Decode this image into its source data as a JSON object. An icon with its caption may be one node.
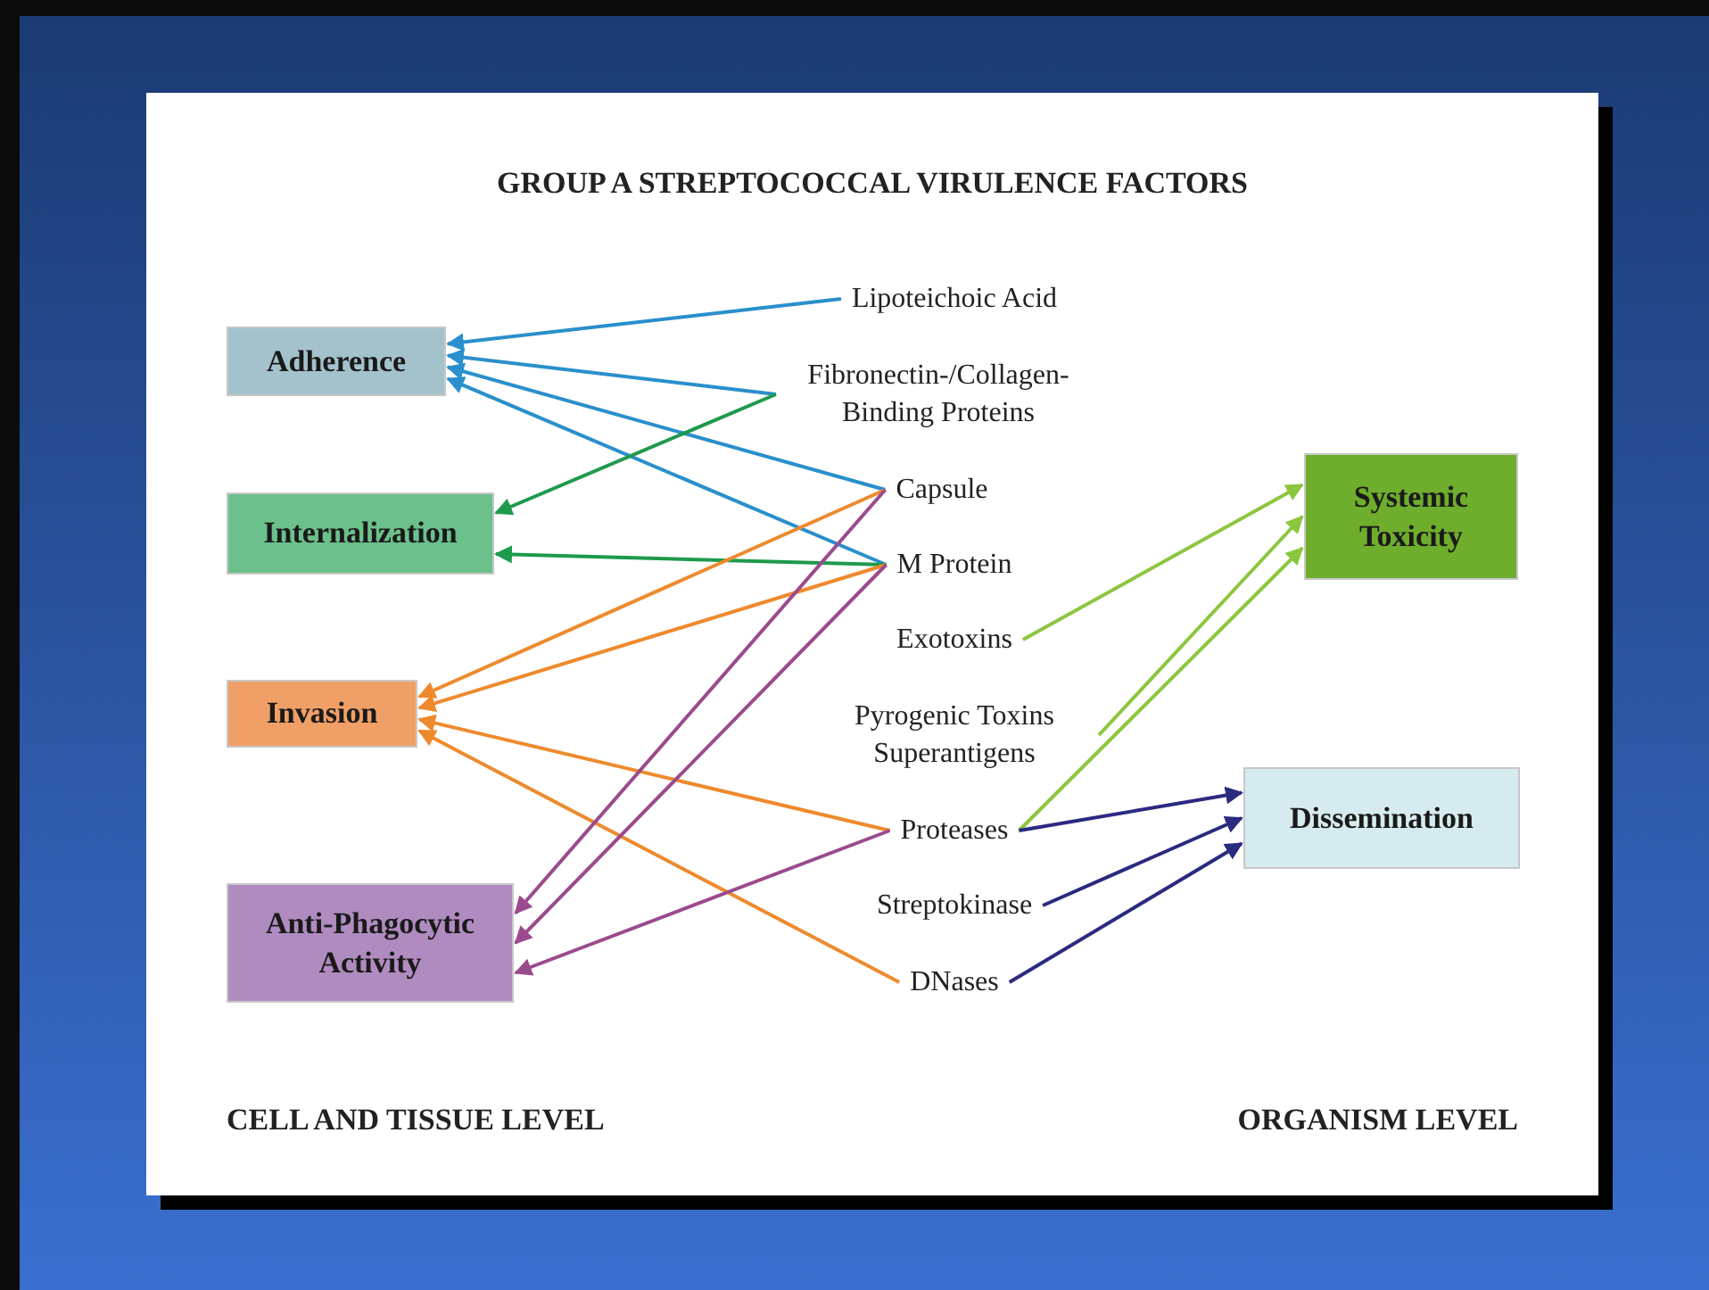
{
  "diagram": {
    "title": "GROUP A STREPTOCOCCAL VIRULENCE FACTORS",
    "nodes": [
      {
        "text": [
          "Adherence"
        ]
      },
      {
        "text": [
          "Internalization"
        ]
      },
      {
        "text": [
          "Invasion"
        ]
      },
      {
        "text": [
          "Anti-Phagocytic Activity"
        ]
      },
      {
        "text": [
          "Lipoteichoic Acid"
        ]
      },
      {
        "text": [
          "Fibronectin-/Collagen- Binding Proteins"
        ]
      },
      {
        "text": [
          "Capsule"
        ]
      },
      {
        "text": [
          "M Protein"
        ]
      },
      {
        "text": [
          "Exotoxins"
        ]
      },
      {
        "text": [
          "Pyrogenic Toxins Superantigens"
        ]
      },
      {
        "text": [
          "Proteases"
        ]
      },
      {
        "text": [
          "Streptokinase"
        ]
      },
      {
        "text": [
          "DNases"
        ]
      },
      {
        "text": [
          "Systemic Toxicity"
        ]
      },
      {
        "text": [
          "Dissemination"
        ]
      }
    ],
    "edges": [
      {
        "from": 4,
        "to": 0,
        "arrow": "to",
        "color": "#2a8fcc"
      },
      {
        "from": 5,
        "to": 0,
        "arrow": "to",
        "color": "#2a8fcc"
      },
      {
        "from": 6,
        "to": 0,
        "arrow": "to",
        "color": "#2a8fcc"
      },
      {
        "from": 7,
        "to": 0,
        "arrow": "to",
        "color": "#2a8fcc"
      },
      {
        "from": 5,
        "to": 1,
        "arrow": "to",
        "color": "#1e9a4c"
      },
      {
        "from": 7,
        "to": 1,
        "arrow": "to",
        "color": "#1e9a4c"
      },
      {
        "from": 6,
        "to": 2,
        "arrow": "to",
        "color": "#ee8a2d"
      },
      {
        "from": 7,
        "to": 2,
        "arrow": "to",
        "color": "#ee8a2d"
      },
      {
        "from": 10,
        "to": 2,
        "arrow": "to",
        "color": "#ee8a2d"
      },
      {
        "from": 12,
        "to": 2,
        "arrow": "to",
        "color": "#ee8a2d"
      },
      {
        "from": 6,
        "to": 3,
        "arrow": "to",
        "color": "#9b4a8e"
      },
      {
        "from": 7,
        "to": 3,
        "arrow": "to",
        "color": "#9b4a8e"
      },
      {
        "from": 10,
        "to": 3,
        "arrow": "to",
        "color": "#9b4a8e"
      },
      {
        "from": 8,
        "to": 13,
        "arrow": "to",
        "color": "#8cc63f"
      },
      {
        "from": 9,
        "to": 13,
        "arrow": "to",
        "color": "#8cc63f"
      },
      {
        "from": 10,
        "to": 13,
        "arrow": "to",
        "color": "#8cc63f"
      },
      {
        "from": 10,
        "to": 14,
        "arrow": "to",
        "color": "#2a2a80"
      },
      {
        "from": 11,
        "to": 14,
        "arrow": "to",
        "color": "#2a2a80"
      },
      {
        "from": 12,
        "to": 14,
        "arrow": "to",
        "color": "#2a2a80"
      }
    ],
    "labels": [
      "CELL AND TISSUE LEVEL",
      "ORGANISM LEVEL"
    ]
  }
}
